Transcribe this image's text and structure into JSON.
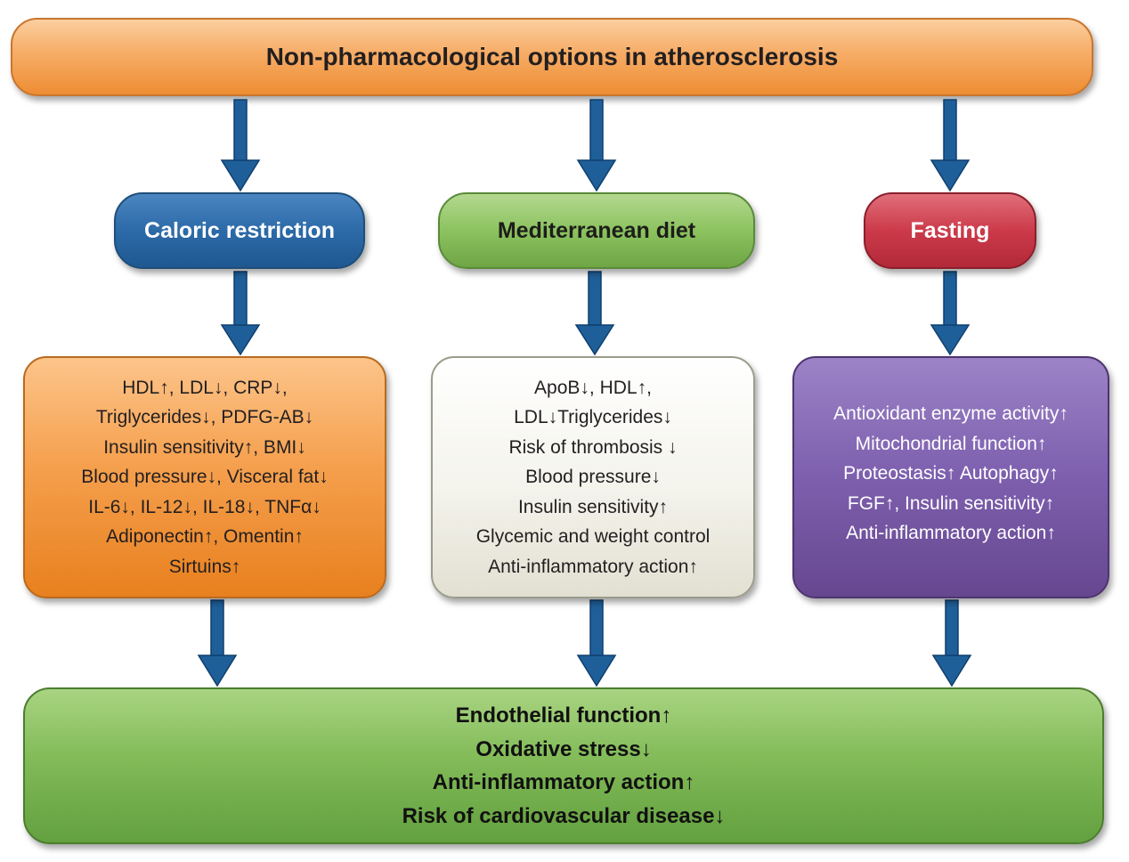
{
  "title": "Non-pharmacological options in atherosclerosis",
  "options": [
    {
      "label": "Caloric restriction",
      "color": "#2c6aa8"
    },
    {
      "label": "Mediterranean diet",
      "color": "#8cc35f"
    },
    {
      "label": "Fasting",
      "color": "#cc3a4a"
    }
  ],
  "effects": {
    "caloric_restriction": [
      "HDL↑, LDL↓, CRP↓,",
      "Triglycerides↓, PDFG-AB↓",
      "Insulin sensitivity↑, BMI↓",
      "Blood pressure↓, Visceral fat↓",
      "IL-6↓, IL-12↓, IL-18↓, TNFα↓",
      "Adiponectin↑, Omentin↑",
      "Sirtuins↑"
    ],
    "mediterranean_diet": [
      "ApoB↓, HDL↑,",
      "LDL↓Triglycerides↓",
      "Risk of thrombosis ↓",
      "Blood pressure↓",
      "Insulin sensitivity↑",
      "Glycemic and weight control",
      "Anti-inflammatory action↑"
    ],
    "fasting": [
      "Antioxidant enzyme activity↑",
      "Mitochondrial function↑",
      "Proteostasis↑ Autophagy↑",
      "FGF↑,  Insulin sensitivity↑",
      "Anti-inflammatory action↑"
    ]
  },
  "outcomes": [
    "Endothelial function↑",
    "Oxidative stress↓",
    "Anti-inflammatory action↑",
    "Risk of cardiovascular disease↓"
  ],
  "arrow_color": "#1f5f99"
}
